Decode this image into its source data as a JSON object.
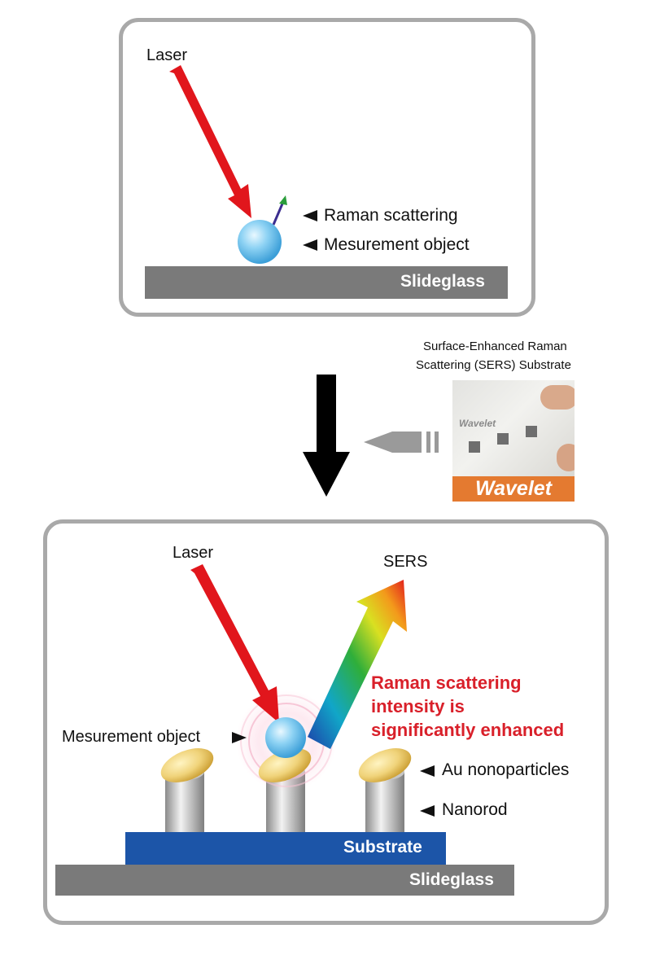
{
  "top_panel": {
    "laser_label": "Laser",
    "raman_label": "Raman scattering",
    "object_label": "Mesurement object",
    "slideglass_label": "Slideglass"
  },
  "substrate_card": {
    "caption_line1": "Surface-Enhanced Raman",
    "caption_line2": "Scattering (SERS) Substrate",
    "photo_brand_text": "Wavelet",
    "banner_text": "Wavelet"
  },
  "bottom_panel": {
    "laser_label": "Laser",
    "sers_label": "SERS",
    "enhanced_line1": "Raman scattering",
    "enhanced_line2": "intensity is",
    "enhanced_line3": "significantly enhanced",
    "object_label": "Mesurement object",
    "particles_label": "Au nonoparticles",
    "nanorod_label": "Nanorod",
    "substrate_label": "Substrate",
    "slideglass_label": "Slideglass"
  },
  "colors": {
    "laser": "#e1161c",
    "panel_border": "#a9a9a9",
    "slideglass": "#7a7a7a",
    "substrate": "#1c55a8",
    "highlight_text": "#d9202a",
    "banner": "#e47a30"
  }
}
